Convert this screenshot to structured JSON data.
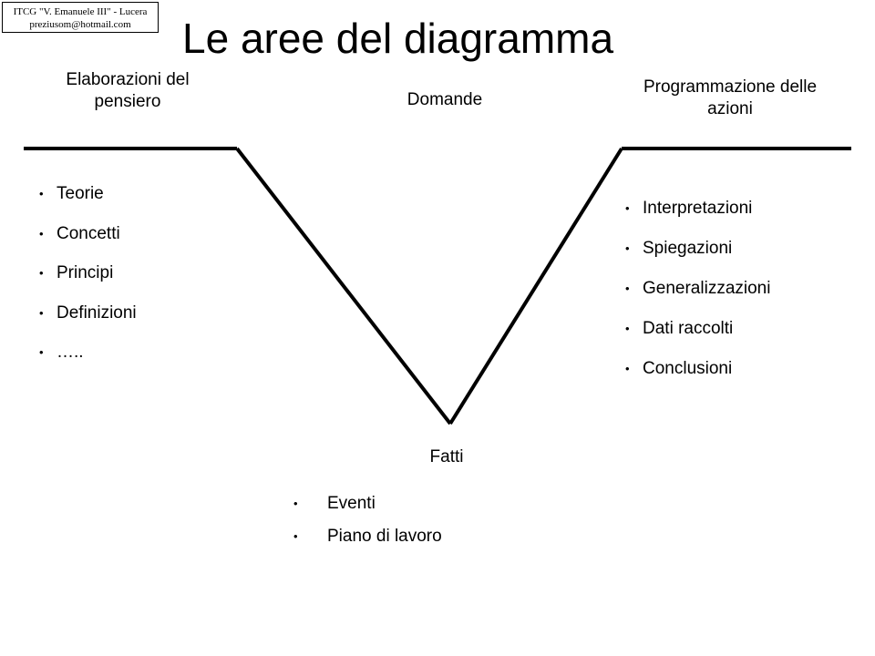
{
  "credit": {
    "line1": "ITCG \"V. Emanuele III\" - Lucera",
    "line2": "preziusom@hotmail.com"
  },
  "title": "Le aree del diagramma",
  "headings": {
    "left": "Elaborazioni del pensiero",
    "middle": "Domande",
    "right": "Programmazione delle azioni",
    "bottom": "Fatti"
  },
  "left_items": [
    "Teorie",
    "Concetti",
    "Principi",
    "Definizioni",
    "….."
  ],
  "right_items": [
    "Interpretazioni",
    "Spiegazioni",
    "Generalizzazioni",
    "Dati raccolti",
    "Conclusioni"
  ],
  "bottom_items": [
    "Eventi",
    "Piano di lavoro"
  ],
  "bullet_glyph": "•"
}
